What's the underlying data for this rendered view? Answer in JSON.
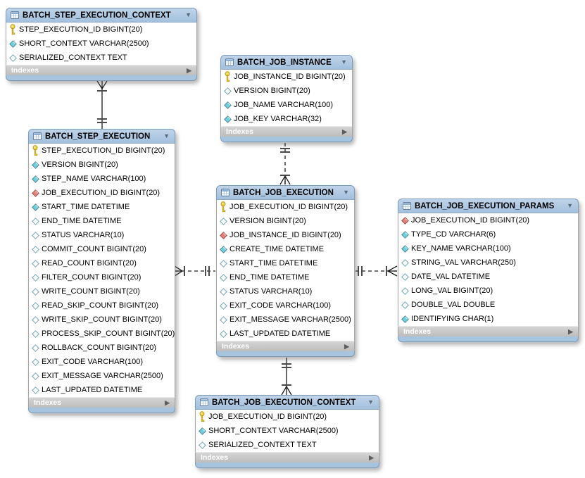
{
  "diagram": {
    "type": "er-diagram",
    "background": "#ffffff",
    "colors": {
      "table_header": "#a9c5e0",
      "indexes_bar": "#c6c6c6",
      "primary_key_icon": "#f0d24a",
      "not_null_column_icon": "#6fd0e0",
      "nullable_column_icon": "#ffffff",
      "foreign_key_icon": "#e4837d",
      "relationship_line": "#1a1a1a"
    }
  },
  "icons": {
    "collapse_glyph": "▼",
    "indexes_arrow_glyph": "▶"
  },
  "tables": [
    {
      "name": "BATCH_STEP_EXECUTION_CONTEXT",
      "footer_label": "Indexes",
      "columns": [
        {
          "icon": "key",
          "label": "STEP_EXECUTION_ID BIGINT(20)"
        },
        {
          "icon": "notnull",
          "label": "SHORT_CONTEXT VARCHAR(2500)"
        },
        {
          "icon": "nullable",
          "label": "SERIALIZED_CONTEXT TEXT"
        }
      ]
    },
    {
      "name": "BATCH_JOB_INSTANCE",
      "footer_label": "Indexes",
      "columns": [
        {
          "icon": "key",
          "label": "JOB_INSTANCE_ID BIGINT(20)"
        },
        {
          "icon": "nullable",
          "label": "VERSION BIGINT(20)"
        },
        {
          "icon": "notnull",
          "label": "JOB_NAME VARCHAR(100)"
        },
        {
          "icon": "notnull",
          "label": "JOB_KEY VARCHAR(32)"
        }
      ]
    },
    {
      "name": "BATCH_STEP_EXECUTION",
      "footer_label": "Indexes",
      "columns": [
        {
          "icon": "key",
          "label": "STEP_EXECUTION_ID BIGINT(20)"
        },
        {
          "icon": "notnull",
          "label": "VERSION BIGINT(20)"
        },
        {
          "icon": "notnull",
          "label": "STEP_NAME VARCHAR(100)"
        },
        {
          "icon": "fk",
          "label": "JOB_EXECUTION_ID BIGINT(20)"
        },
        {
          "icon": "notnull",
          "label": "START_TIME DATETIME"
        },
        {
          "icon": "nullable",
          "label": "END_TIME DATETIME"
        },
        {
          "icon": "nullable",
          "label": "STATUS VARCHAR(10)"
        },
        {
          "icon": "nullable",
          "label": "COMMIT_COUNT BIGINT(20)"
        },
        {
          "icon": "nullable",
          "label": "READ_COUNT BIGINT(20)"
        },
        {
          "icon": "nullable",
          "label": "FILTER_COUNT BIGINT(20)"
        },
        {
          "icon": "nullable",
          "label": "WRITE_COUNT BIGINT(20)"
        },
        {
          "icon": "nullable",
          "label": "READ_SKIP_COUNT BIGINT(20)"
        },
        {
          "icon": "nullable",
          "label": "WRITE_SKIP_COUNT BIGINT(20)"
        },
        {
          "icon": "nullable",
          "label": "PROCESS_SKIP_COUNT BIGINT(20)"
        },
        {
          "icon": "nullable",
          "label": "ROLLBACK_COUNT BIGINT(20)"
        },
        {
          "icon": "nullable",
          "label": "EXIT_CODE VARCHAR(100)"
        },
        {
          "icon": "nullable",
          "label": "EXIT_MESSAGE VARCHAR(2500)"
        },
        {
          "icon": "nullable",
          "label": "LAST_UPDATED DATETIME"
        }
      ]
    },
    {
      "name": "BATCH_JOB_EXECUTION",
      "footer_label": "Indexes",
      "columns": [
        {
          "icon": "key",
          "label": "JOB_EXECUTION_ID BIGINT(20)"
        },
        {
          "icon": "nullable",
          "label": "VERSION BIGINT(20)"
        },
        {
          "icon": "fk",
          "label": "JOB_INSTANCE_ID BIGINT(20)"
        },
        {
          "icon": "notnull",
          "label": "CREATE_TIME DATETIME"
        },
        {
          "icon": "nullable",
          "label": "START_TIME DATETIME"
        },
        {
          "icon": "nullable",
          "label": "END_TIME DATETIME"
        },
        {
          "icon": "nullable",
          "label": "STATUS VARCHAR(10)"
        },
        {
          "icon": "nullable",
          "label": "EXIT_CODE VARCHAR(100)"
        },
        {
          "icon": "nullable",
          "label": "EXIT_MESSAGE VARCHAR(2500)"
        },
        {
          "icon": "nullable",
          "label": "LAST_UPDATED DATETIME"
        }
      ]
    },
    {
      "name": "BATCH_JOB_EXECUTION_PARAMS",
      "footer_label": "Indexes",
      "columns": [
        {
          "icon": "fk",
          "label": "JOB_EXECUTION_ID BIGINT(20)"
        },
        {
          "icon": "notnull",
          "label": "TYPE_CD VARCHAR(6)"
        },
        {
          "icon": "notnull",
          "label": "KEY_NAME VARCHAR(100)"
        },
        {
          "icon": "nullable",
          "label": "STRING_VAL VARCHAR(250)"
        },
        {
          "icon": "nullable",
          "label": "DATE_VAL DATETIME"
        },
        {
          "icon": "nullable",
          "label": "LONG_VAL BIGINT(20)"
        },
        {
          "icon": "nullable",
          "label": "DOUBLE_VAL DOUBLE"
        },
        {
          "icon": "notnull",
          "label": "IDENTIFYING CHAR(1)"
        }
      ]
    },
    {
      "name": "BATCH_JOB_EXECUTION_CONTEXT",
      "footer_label": "Indexes",
      "columns": [
        {
          "icon": "key",
          "label": "JOB_EXECUTION_ID BIGINT(20)"
        },
        {
          "icon": "notnull",
          "label": "SHORT_CONTEXT VARCHAR(2500)"
        },
        {
          "icon": "nullable",
          "label": "SERIALIZED_CONTEXT TEXT"
        }
      ]
    }
  ],
  "relationships": [
    {
      "table_a": "BATCH_STEP_EXECUTION_CONTEXT",
      "marker_a": "many-mandatory",
      "table_b": "BATCH_STEP_EXECUTION",
      "marker_b": "one-mandatory",
      "line": "solid"
    },
    {
      "table_a": "BATCH_JOB_INSTANCE",
      "marker_a": "one-mandatory",
      "table_b": "BATCH_JOB_EXECUTION",
      "marker_b": "many-mandatory",
      "line": "dashed"
    },
    {
      "table_a": "BATCH_STEP_EXECUTION",
      "marker_a": "many-mandatory",
      "table_b": "BATCH_JOB_EXECUTION",
      "marker_b": "one-mandatory",
      "line": "dashed"
    },
    {
      "table_a": "BATCH_JOB_EXECUTION",
      "marker_a": "one-mandatory",
      "table_b": "BATCH_JOB_EXECUTION_PARAMS",
      "marker_b": "many-mandatory",
      "line": "dashed"
    },
    {
      "table_a": "BATCH_JOB_EXECUTION",
      "marker_a": "one-mandatory",
      "table_b": "BATCH_JOB_EXECUTION_CONTEXT",
      "marker_b": "many-mandatory",
      "line": "solid"
    }
  ]
}
